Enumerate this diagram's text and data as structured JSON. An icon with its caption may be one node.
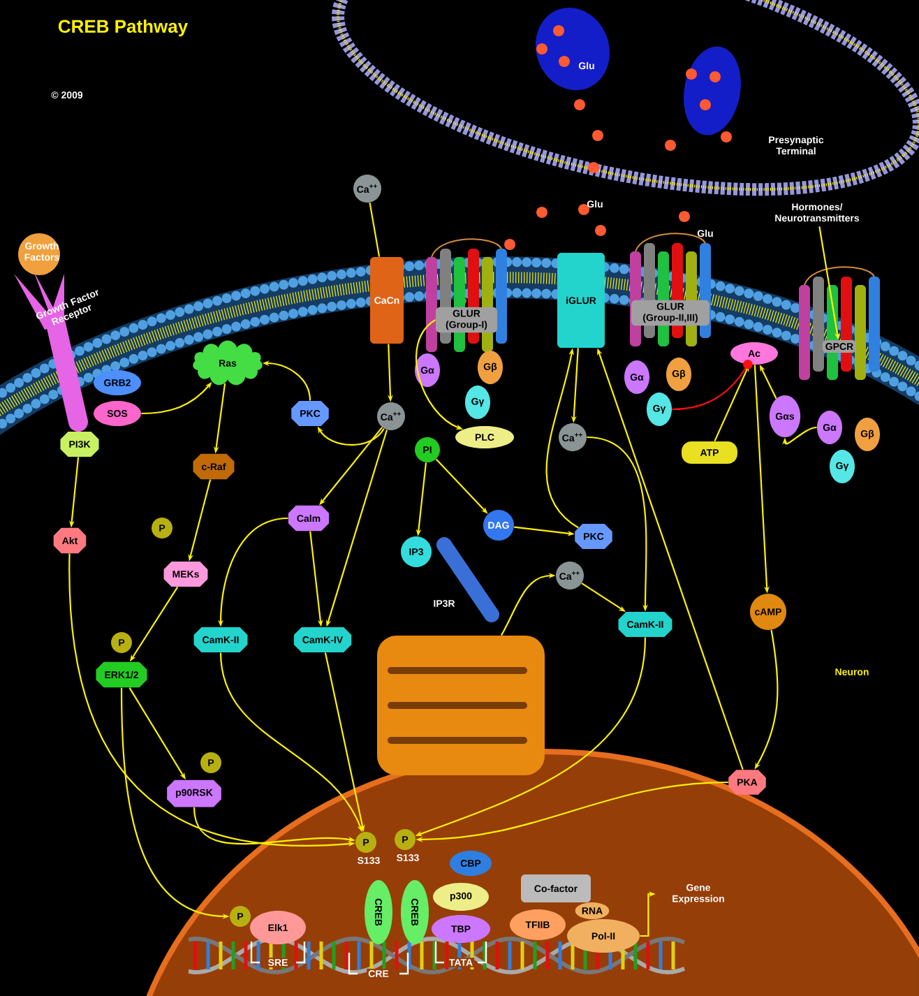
{
  "diagram": {
    "title": "CREB Pathway",
    "nodes": [
      {
        "text": [
          "Growth Factors"
        ]
      },
      {
        "text": [
          "Growth Factor Receptor"
        ]
      },
      {
        "text": [
          "GRB2"
        ]
      },
      {
        "text": [
          "SOS"
        ]
      },
      {
        "text": [
          "PI3K"
        ]
      },
      {
        "text": [
          "Ras"
        ]
      },
      {
        "text": [
          "PKC"
        ]
      },
      {
        "text": [
          "Ca$^{++}$"
        ]
      },
      {
        "text": [
          "CaCn"
        ]
      },
      {
        "text": [
          "Ca$^{++}$"
        ]
      },
      {
        "text": [
          "c-Raf"
        ]
      },
      {
        "text": [
          "Akt"
        ]
      },
      {
        "text": [
          "P"
        ]
      },
      {
        "text": [
          "MEKs"
        ]
      },
      {
        "text": [
          "Calm"
        ]
      },
      {
        "text": [
          "PI"
        ]
      },
      {
        "text": [
          "PLC"
        ]
      },
      {
        "text": [
          "GLUR (Group-I)"
        ]
      },
      {
        "text": [
          "Gα"
        ]
      },
      {
        "text": [
          "Gβ"
        ]
      },
      {
        "text": [
          "Gγ"
        ]
      },
      {
        "text": [
          "iGLUR"
        ]
      },
      {
        "text": [
          "Ca$^{++}$"
        ]
      },
      {
        "text": [
          "GLUR (Group-II,III)"
        ]
      },
      {
        "text": [
          "Gα"
        ]
      },
      {
        "text": [
          "Gβ"
        ]
      },
      {
        "text": [
          "Gγ"
        ]
      },
      {
        "text": [
          "Ac"
        ]
      },
      {
        "text": [
          "ATP"
        ]
      },
      {
        "text": [
          "Hormones/ Neurotransmitters"
        ]
      },
      {
        "text": [
          "GPCR"
        ]
      },
      {
        "text": [
          "Gαs"
        ]
      },
      {
        "text": [
          "Gα"
        ]
      },
      {
        "text": [
          "Gβ"
        ]
      },
      {
        "text": [
          "Gγ"
        ]
      },
      {
        "text": [
          "IP3"
        ]
      },
      {
        "text": [
          "IP3R"
        ]
      },
      {
        "text": [
          "DAG"
        ]
      },
      {
        "text": [
          "PKC"
        ]
      },
      {
        "text": [],
        "shape": "picture"
      },
      {
        "text": [
          "Ca$^{++}$"
        ]
      },
      {
        "text": [
          "CamK-II"
        ]
      },
      {
        "text": [
          "CamK-II"
        ]
      },
      {
        "text": [
          "CamK-IV"
        ]
      },
      {
        "text": [
          "P"
        ]
      },
      {
        "text": [
          "ERK1/2"
        ]
      },
      {
        "text": [
          "cAMP"
        ]
      },
      {
        "text": [
          "P"
        ]
      },
      {
        "text": [
          "p90RSK"
        ]
      },
      {
        "text": [
          "PKA"
        ]
      },
      {
        "text": [
          "P"
        ],
        "beside": [
          "S133"
        ]
      },
      {
        "text": [
          "P"
        ],
        "beside": [
          "S133"
        ]
      },
      {
        "text": [
          "CBP"
        ]
      },
      {
        "text": [
          "P"
        ]
      },
      {
        "text": [
          "Elk1"
        ]
      },
      {
        "text": [
          "CREB"
        ]
      },
      {
        "text": [
          "CREB"
        ]
      },
      {
        "text": [
          "p300"
        ]
      },
      {
        "text": [
          "Co-factor"
        ]
      },
      {
        "text": [
          "TBP"
        ]
      },
      {
        "text": [
          "TFIIB"
        ]
      },
      {
        "text": [
          "RNA"
        ]
      },
      {
        "text": [
          "Pol-II"
        ]
      },
      {
        "text": [
          "Gene Expression"
        ]
      }
    ],
    "edges": [
      {
        "from": 3,
        "to": 5,
        "arrow": "to"
      },
      {
        "from": 5,
        "to": 10,
        "arrow": "to"
      },
      {
        "from": 6,
        "to": 5,
        "arrow": "to"
      },
      {
        "from": 7,
        "to": 6,
        "arrow": "to"
      },
      {
        "from": 9,
        "to": 8,
        "arrow": "none"
      },
      {
        "from": 8,
        "to": 7,
        "arrow": "to"
      },
      {
        "from": 7,
        "to": 14,
        "arrow": "to"
      },
      {
        "from": 7,
        "to": 43,
        "arrow": "to"
      },
      {
        "from": 10,
        "to": 13,
        "arrow": "to"
      },
      {
        "from": 4,
        "to": 11,
        "arrow": "to"
      },
      {
        "from": 11,
        "to": 50,
        "arrow": "to"
      },
      {
        "from": 13,
        "to": 45,
        "arrow": "to"
      },
      {
        "from": 45,
        "to": 48,
        "arrow": "to"
      },
      {
        "from": 45,
        "to": 53,
        "arrow": "to"
      },
      {
        "from": 48,
        "to": 50,
        "arrow": "to"
      },
      {
        "from": 14,
        "to": 42,
        "arrow": "to"
      },
      {
        "from": 14,
        "to": 43,
        "arrow": "to"
      },
      {
        "from": 42,
        "to": 50,
        "arrow": "to"
      },
      {
        "from": 43,
        "to": 50,
        "arrow": "to"
      },
      {
        "from": 17,
        "to": 16,
        "arrow": "to"
      },
      {
        "from": 15,
        "to": 35,
        "arrow": "to"
      },
      {
        "from": 15,
        "to": 37,
        "arrow": "to"
      },
      {
        "from": 37,
        "to": 38,
        "arrow": "to"
      },
      {
        "from": 39,
        "to": 40,
        "arrow": "to"
      },
      {
        "from": 40,
        "to": 41,
        "arrow": "to"
      },
      {
        "from": 21,
        "to": 22,
        "arrow": "to"
      },
      {
        "from": 22,
        "to": 41,
        "arrow": "to"
      },
      {
        "from": 38,
        "to": 21,
        "arrow": "to"
      },
      {
        "from": 49,
        "to": 21,
        "arrow": "to"
      },
      {
        "from": 41,
        "to": 51,
        "arrow": "to"
      },
      {
        "from": 49,
        "to": 51,
        "arrow": "to"
      },
      {
        "from": 28,
        "to": 27,
        "arrow": "to"
      },
      {
        "from": 27,
        "to": 46,
        "arrow": "to"
      },
      {
        "from": 46,
        "to": 49,
        "arrow": "to"
      },
      {
        "from": 31,
        "to": 27,
        "arrow": "to"
      },
      {
        "from": 32,
        "to": 31,
        "arrow": "to"
      },
      {
        "from": 26,
        "to": 27,
        "arrow": "other",
        "color": "#ff1010"
      },
      {
        "from": 29,
        "to": 30,
        "arrow": "to"
      },
      {
        "from": 62,
        "to": 63,
        "arrow": "to"
      }
    ],
    "labels": [
      "© 2009",
      "Glu",
      "Presynaptic Terminal",
      "Glu",
      "Glu",
      "Neuron",
      "SRE",
      "CRE",
      "TATA"
    ]
  }
}
